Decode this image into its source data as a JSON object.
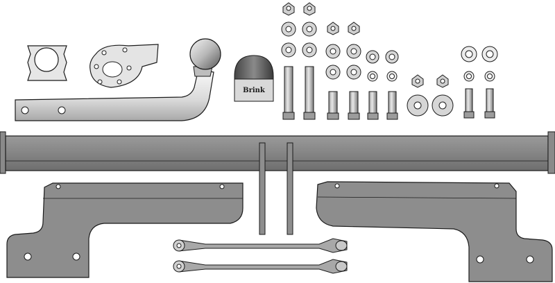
{
  "cover_label": "Brink",
  "kit": {
    "hardware_counts": {
      "large_nuts": 2,
      "small_nuts": 4,
      "flat_washers_large": 4,
      "bolts_long": 2,
      "bolts_short": 6
    }
  },
  "colors": {
    "metal_dark": "#7a7a7a",
    "metal_mid": "#9c9c9c",
    "metal_light": "#d8d8d8",
    "outline": "#1a1a1a",
    "background": "#ffffff"
  }
}
